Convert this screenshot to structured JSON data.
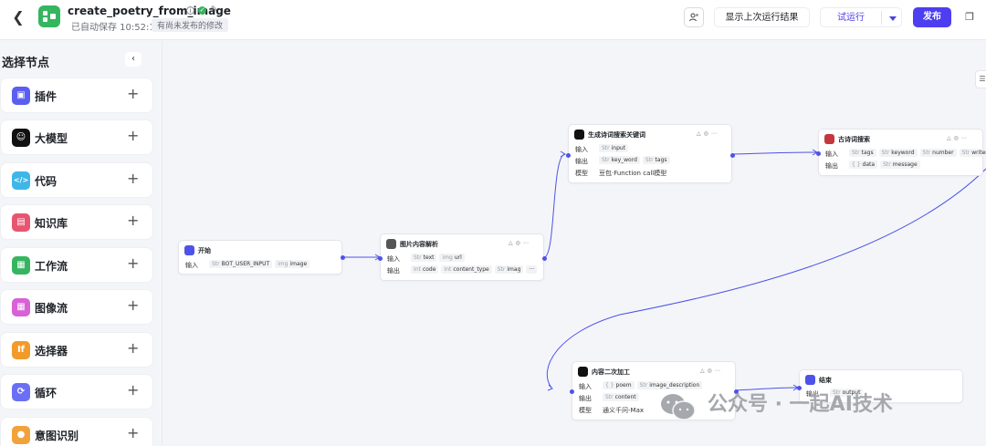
{
  "header": {
    "back_icon": "chevron-left-icon",
    "app_name": "create_poetry_from_image",
    "save_status": "已自动保存 10:52:15",
    "unpublished": "有尚未发布的修改",
    "show_last_run": "显示上次运行结果",
    "test_run": "试运行",
    "publish": "发布"
  },
  "sidebar": {
    "title": "选择节点",
    "items": [
      {
        "label": "插件",
        "icon": "plugin-icon",
        "color": "#5b5ff0"
      },
      {
        "label": "大模型",
        "icon": "llm-icon",
        "color": "#111111"
      },
      {
        "label": "代码",
        "icon": "code-icon",
        "color": "#3eb7e8"
      },
      {
        "label": "知识库",
        "icon": "knowledge-icon",
        "color": "#e8556f"
      },
      {
        "label": "工作流",
        "icon": "workflow-icon",
        "color": "#35b55f"
      },
      {
        "label": "图像流",
        "icon": "imageflow-icon",
        "color": "#d861d6"
      },
      {
        "label": "选择器",
        "icon": "selector-icon",
        "color": "#f29b2b"
      },
      {
        "label": "循环",
        "icon": "loop-icon",
        "color": "#6b6ff5"
      },
      {
        "label": "意图识别",
        "icon": "intent-icon",
        "color": "#f2a23a"
      }
    ]
  },
  "nodes": {
    "start": {
      "title": "开始",
      "in_label": "输入",
      "inputs": [
        {
          "type": "Str",
          "name": "BOT_USER_INPUT"
        },
        {
          "type": "img",
          "name": "image"
        }
      ]
    },
    "image_parse": {
      "title": "图片内容解析",
      "in_label": "输入",
      "out_label": "输出",
      "inputs": [
        {
          "type": "Str",
          "name": "text"
        },
        {
          "type": "img",
          "name": "url"
        }
      ],
      "outputs": [
        {
          "type": "Int",
          "name": "code"
        },
        {
          "type": "Int",
          "name": "content_type"
        },
        {
          "type": "Str",
          "name": "imag"
        }
      ],
      "more": "···"
    },
    "keywords": {
      "title": "生成诗词搜索关键词",
      "in_label": "输入",
      "out_label": "输出",
      "model_label": "模型",
      "inputs": [
        {
          "type": "Str",
          "name": "input"
        }
      ],
      "outputs": [
        {
          "type": "Str",
          "name": "key_word"
        },
        {
          "type": "Str",
          "name": "tags"
        }
      ],
      "model": "豆包·Function call模型"
    },
    "poetry_search": {
      "title": "古诗词搜索",
      "in_label": "输入",
      "out_label": "输出",
      "inputs": [
        {
          "type": "Str",
          "name": "tags"
        },
        {
          "type": "Str",
          "name": "keyword"
        },
        {
          "type": "Str",
          "name": "number"
        },
        {
          "type": "Str",
          "name": "writer"
        }
      ],
      "outputs": [
        {
          "type": "{ }",
          "name": "data"
        },
        {
          "type": "Str",
          "name": "message"
        }
      ]
    },
    "content_process": {
      "title": "内容二次加工",
      "in_label": "输入",
      "out_label": "输出",
      "model_label": "模型",
      "inputs": [
        {
          "type": "{ }",
          "name": "poem"
        },
        {
          "type": "Str",
          "name": "image_description"
        }
      ],
      "outputs": [
        {
          "type": "Str",
          "name": "content"
        }
      ],
      "model": "通义千问-Max"
    },
    "end": {
      "title": "结束",
      "out_label": "输出",
      "outputs": [
        {
          "type": "Str",
          "name": "output"
        }
      ]
    }
  },
  "watermark": "公众号 · 一起AI技术"
}
